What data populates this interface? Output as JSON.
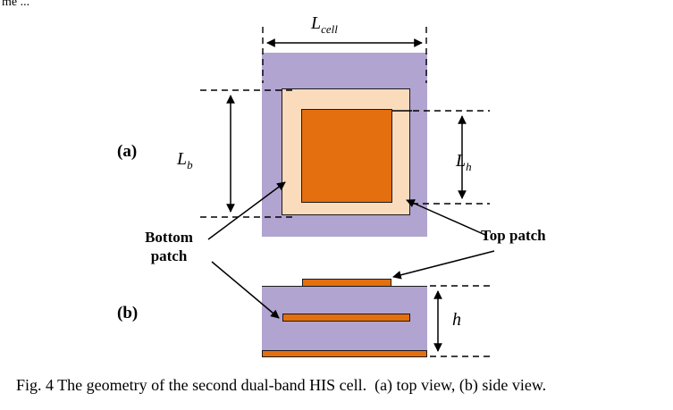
{
  "figure": {
    "fragment": "me ...",
    "caption": "Fig. 4 The geometry of the second dual-band HIS cell.  (a) top view, (b) side view.",
    "panel_a": "(a)",
    "panel_b": "(b)",
    "labels": {
      "l_cell": {
        "base": "L",
        "sub": "cell"
      },
      "l_b": {
        "base": "L",
        "sub": "b"
      },
      "l_h": {
        "base": "L",
        "sub": "h"
      },
      "h": "h",
      "bottom_patch": "Bottom patch",
      "top_patch": "Top patch"
    },
    "colors": {
      "substrate": "#b1a4d0",
      "bottom_patch": "#fadcbd",
      "top_patch": "#e46f0e"
    }
  }
}
